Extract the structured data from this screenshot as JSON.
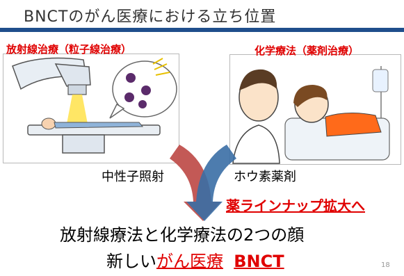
{
  "title": "BNCTのがん医療における立ち位置",
  "left_label": "放射線治療（粒子線治療）",
  "right_label": "化学療法（薬剤治療）",
  "arrow_left_text": "中性子照射",
  "arrow_right_text": "ホウ素薬剤",
  "lineup_text": "薬ラインナップ拡大へ",
  "conclusion_line1": "放射線療法と化学療法の2つの顔",
  "conclusion_line2_prefix": "新しい",
  "conclusion_line2_highlight": "がん医療",
  "conclusion_line2_bnct": "BNCT",
  "page_number": "18",
  "colors": {
    "accent_red": "#e00000",
    "title_rule": "#1f4e8c",
    "arrow_red": "#c0504d",
    "arrow_blue": "#3a6ea5"
  }
}
